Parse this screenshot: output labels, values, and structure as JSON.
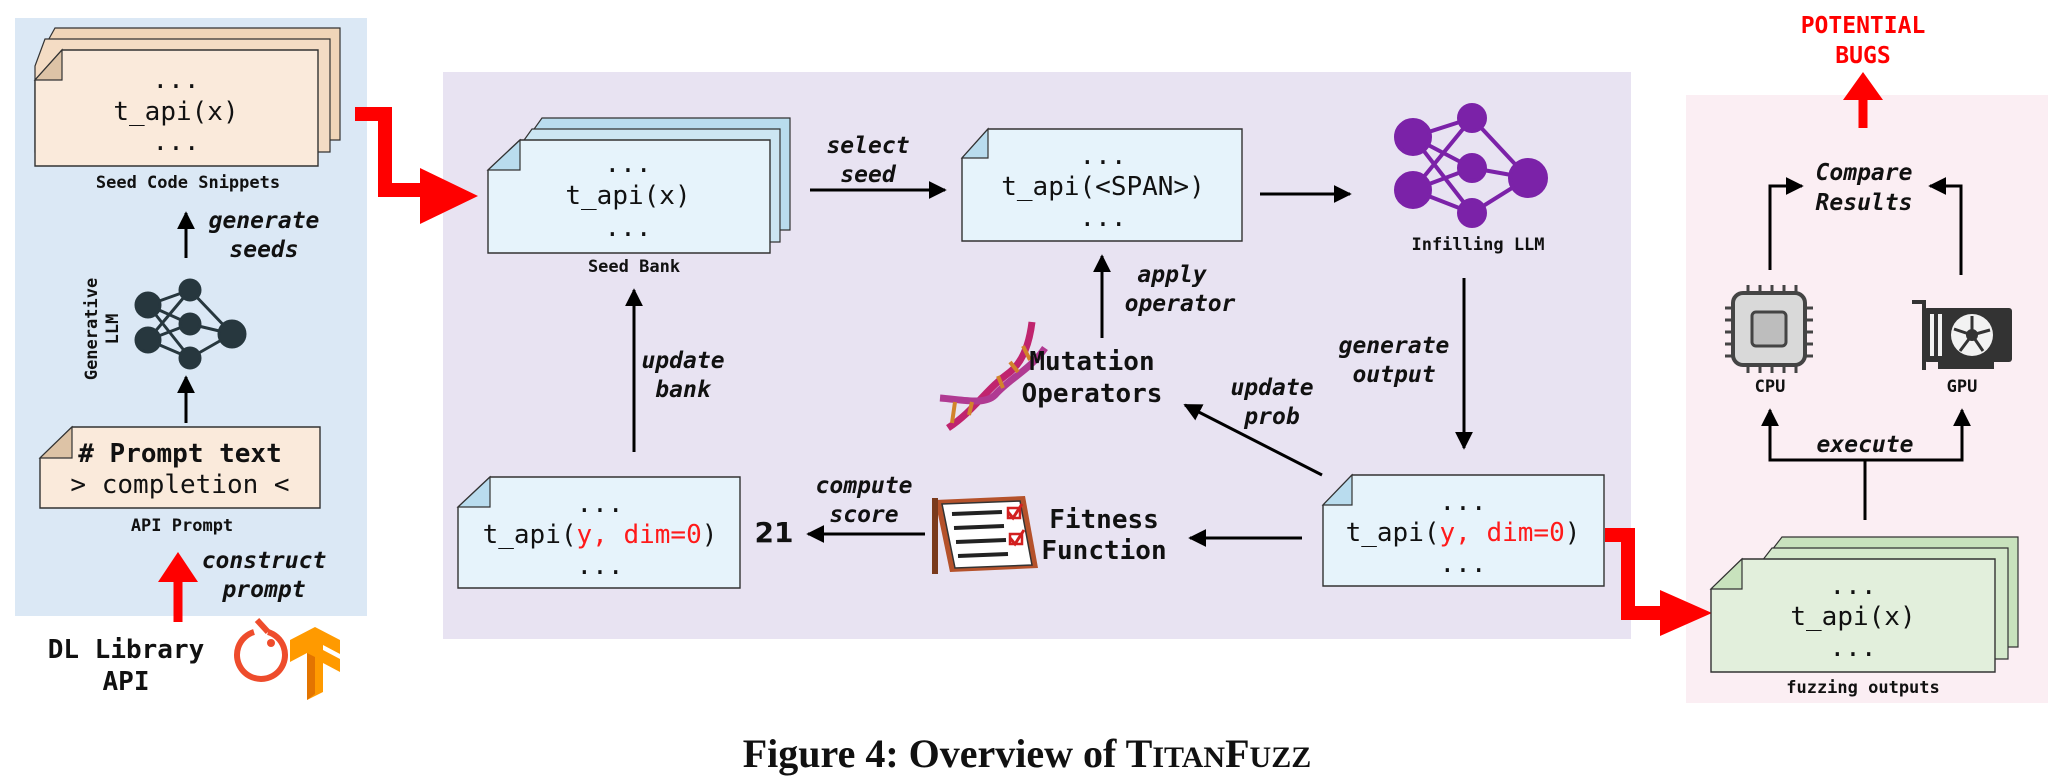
{
  "figure": {
    "caption": "Figure 4: Overview of TitanFuzz",
    "caption_prefix": "Figure 4: Overview of ",
    "caption_name_big1": "T",
    "caption_name_small1": "ITAN",
    "caption_name_big2": "F",
    "caption_name_small2": "UZZ"
  },
  "left_panel": {
    "seed_snippet": {
      "line1": "...",
      "line2": "t_api(x)",
      "line3": "..."
    },
    "seed_snippets_label": "Seed Code Snippets",
    "generate_seeds_label_1": "generate",
    "generate_seeds_label_2": "seeds",
    "generative_llm_label_1": "Generative",
    "generative_llm_label_2": "LLM",
    "prompt_line1": "# Prompt text",
    "prompt_line2": "> completion <",
    "api_prompt_label": "API Prompt",
    "construct_prompt_1": "construct",
    "construct_prompt_2": "prompt",
    "dl_library_1": "DL Library",
    "dl_library_2": "API"
  },
  "middle_panel": {
    "seed_bank": {
      "line1": "...",
      "line2": "t_api(x)",
      "line3": "..."
    },
    "seed_bank_label": "Seed Bank",
    "select_seed_1": "select",
    "select_seed_2": "seed",
    "span_box": {
      "line1": "...",
      "line2": "t_api(<SPAN>)",
      "line3": "..."
    },
    "infilling_llm_label": "Infilling LLM",
    "apply_operator_1": "apply",
    "apply_operator_2": "operator",
    "mutation_1": "Mutation",
    "mutation_2": "Operators",
    "update_prob_1": "update",
    "update_prob_2": "prob",
    "generate_output_1": "generate",
    "generate_output_2": "output",
    "update_bank_1": "update",
    "update_bank_2": "bank",
    "scored_box": {
      "line1": "...",
      "line2_fn": "t_api(",
      "line2_args": "y, dim=0",
      "line2_close": ")",
      "line3": "..."
    },
    "score_value": "21",
    "compute_score_1": "compute",
    "compute_score_2": "score",
    "fitness_1": "Fitness",
    "fitness_2": "Function",
    "output_box": {
      "line1": "...",
      "line2_fn": "t_api(",
      "line2_args": "y, dim=0",
      "line2_close": ")",
      "line3": "..."
    }
  },
  "right_panel": {
    "potential_bugs_1": "POTENTIAL",
    "potential_bugs_2": "BUGS",
    "compare_1": "Compare",
    "compare_2": "Results",
    "cpu_label": "CPU",
    "gpu_label": "GPU",
    "execute_label": "execute",
    "fuzz_box": {
      "line1": "...",
      "line2": "t_api(x)",
      "line3": "..."
    },
    "fuzzing_outputs_label": "fuzzing outputs"
  },
  "colors": {
    "left_panel_bg": "#dbe8f5",
    "middle_panel_bg": "#e8e3f2",
    "right_panel_bg": "#fbeef3",
    "seed_card_fill": "#faeadb",
    "seed_card_back": "#f0d5b8",
    "bank_card_fill": "#e6f3fb",
    "bank_card_back": "#b9dcee",
    "fuzz_card_fill": "#e2efdc",
    "fuzz_card_back": "#c8e2bd",
    "llm_purple": "#7b22a8",
    "llm_dark": "#27373e",
    "red_arrow": "#ff0000",
    "code_red": "#ff1a1a"
  },
  "icons": [
    "network-icon",
    "dna-icon",
    "checklist-icon",
    "cpu-icon",
    "gpu-icon",
    "pytorch-icon",
    "tensorflow-icon"
  ]
}
